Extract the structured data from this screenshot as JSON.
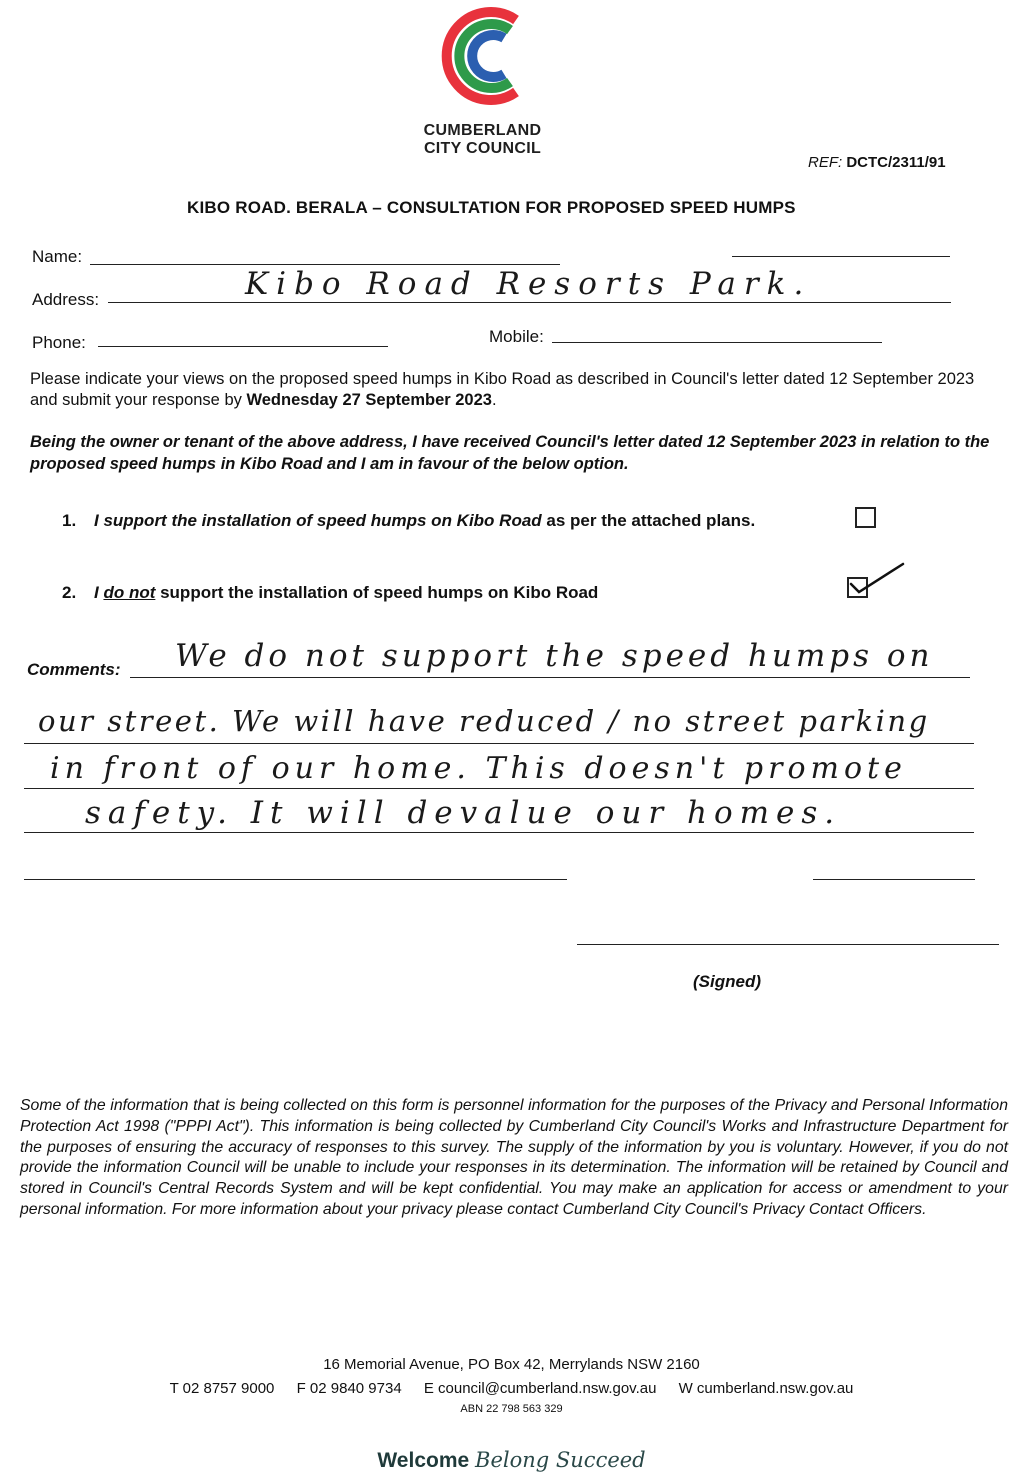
{
  "header": {
    "logo": {
      "line1": "CUMBERLAND",
      "line2": "CITY COUNCIL"
    },
    "ref_label": "REF:",
    "ref_value": "DCTC/2311/91",
    "title": "KIBO ROAD. BERALA – CONSULTATION FOR PROPOSED SPEED HUMPS"
  },
  "fields": {
    "name_label": "Name:",
    "address_label": "Address:",
    "address_value": "Kibo Road Resorts Park.",
    "phone_label": "Phone:",
    "mobile_label": "Mobile:"
  },
  "instructions": {
    "text": "Please indicate your views on the proposed speed humps in Kibo Road as described in Council's letter dated 12 September 2023 and submit your response by",
    "deadline": "Wednesday 27 September 2023",
    "end": "."
  },
  "statement": "Being the owner or tenant of the above address, I have received Council's letter dated 12 September 2023 in relation to the proposed speed humps in Kibo Road and I am in favour of the below option.",
  "options": [
    {
      "number": "1.",
      "text_a": "I support the installation of speed humps on Kibo Road",
      "text_b": " as per the attached plans.",
      "checked": false
    },
    {
      "number": "2.",
      "text_pre": "I ",
      "text_underlined": "do not",
      "text_post": " support the installation of speed humps on Kibo Road",
      "checked": true
    }
  ],
  "comments": {
    "label": "Comments:",
    "lines": [
      "We do not support the speed humps on",
      "our street. We will have reduced / no street parking",
      "in front of our home. This doesn't promote",
      "safety. It will devalue our homes."
    ]
  },
  "signature_label": "(Signed)",
  "privacy": "Some of the information that is being collected on this form is personnel information for the purposes of the Privacy and Personal Information Protection Act 1998 (\"PPPI Act\"). This information is being collected by Cumberland City Council's Works and Infrastructure Department for the purposes of ensuring the accuracy of responses to this survey. The supply of the information by you is voluntary. However, if you do not provide the information Council will be unable to include your responses in its determination. The information will be retained by Council and stored in Council's Central Records System and will be kept confidential. You may make an application for access or amendment to your personal information. For more information about your privacy please contact Cumberland City Council's Privacy Contact Officers.",
  "footer": {
    "address": "16 Memorial Avenue, PO Box 42, Merrylands NSW 2160",
    "phone": "T 02 8757 9000",
    "fax": "F 02 9840 9734",
    "email": "E council@cumberland.nsw.gov.au",
    "web": "W cumberland.nsw.gov.au",
    "abn": "ABN 22 798 563 329"
  },
  "tagline": {
    "welcome": "Welcome",
    "belong_succeed": "Belong Succeed"
  },
  "colors": {
    "logo_red": "#e8323c",
    "logo_blue": "#2b5fb0",
    "logo_green": "#2e9a4a"
  }
}
